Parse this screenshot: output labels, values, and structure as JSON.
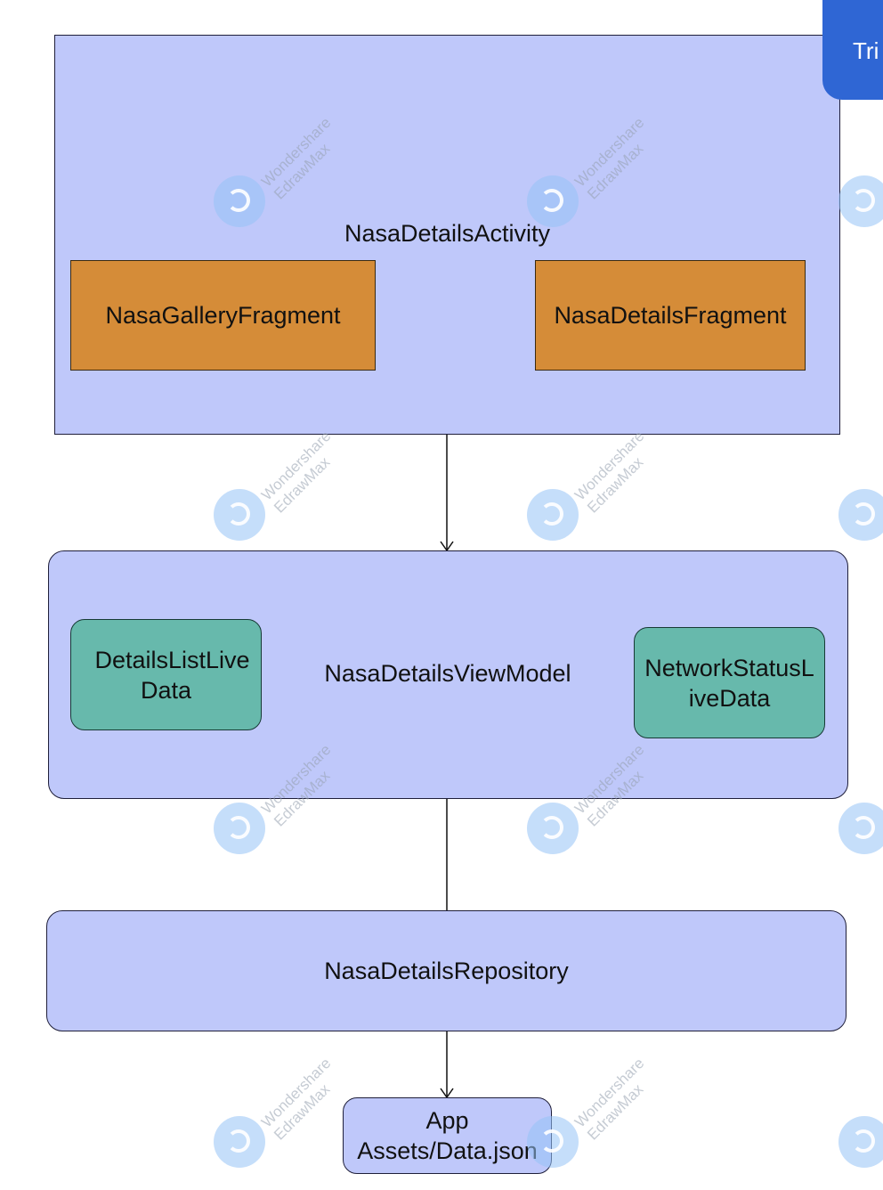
{
  "diagram": {
    "activity": {
      "label": "NasaDetailsActivity",
      "gallery_fragment": "NasaGalleryFragment",
      "details_fragment": "NasaDetailsFragment"
    },
    "viewmodel": {
      "label": "NasaDetailsViewModel",
      "details_livedata": "DetailsListLive Data",
      "network_livedata": "NetworkStatusL iveData"
    },
    "repository": {
      "label": "NasaDetailsRepository"
    },
    "assets": {
      "label": "App Assets/Data.json"
    }
  },
  "trial_badge": {
    "label": "Tri"
  },
  "watermark": {
    "brand": "Wondershare",
    "product": "EdrawMax"
  },
  "colors": {
    "container": "#bfc8fa",
    "fragment": "#d58c38",
    "livedata": "#67b9ac",
    "badge": "#2f66d4"
  }
}
